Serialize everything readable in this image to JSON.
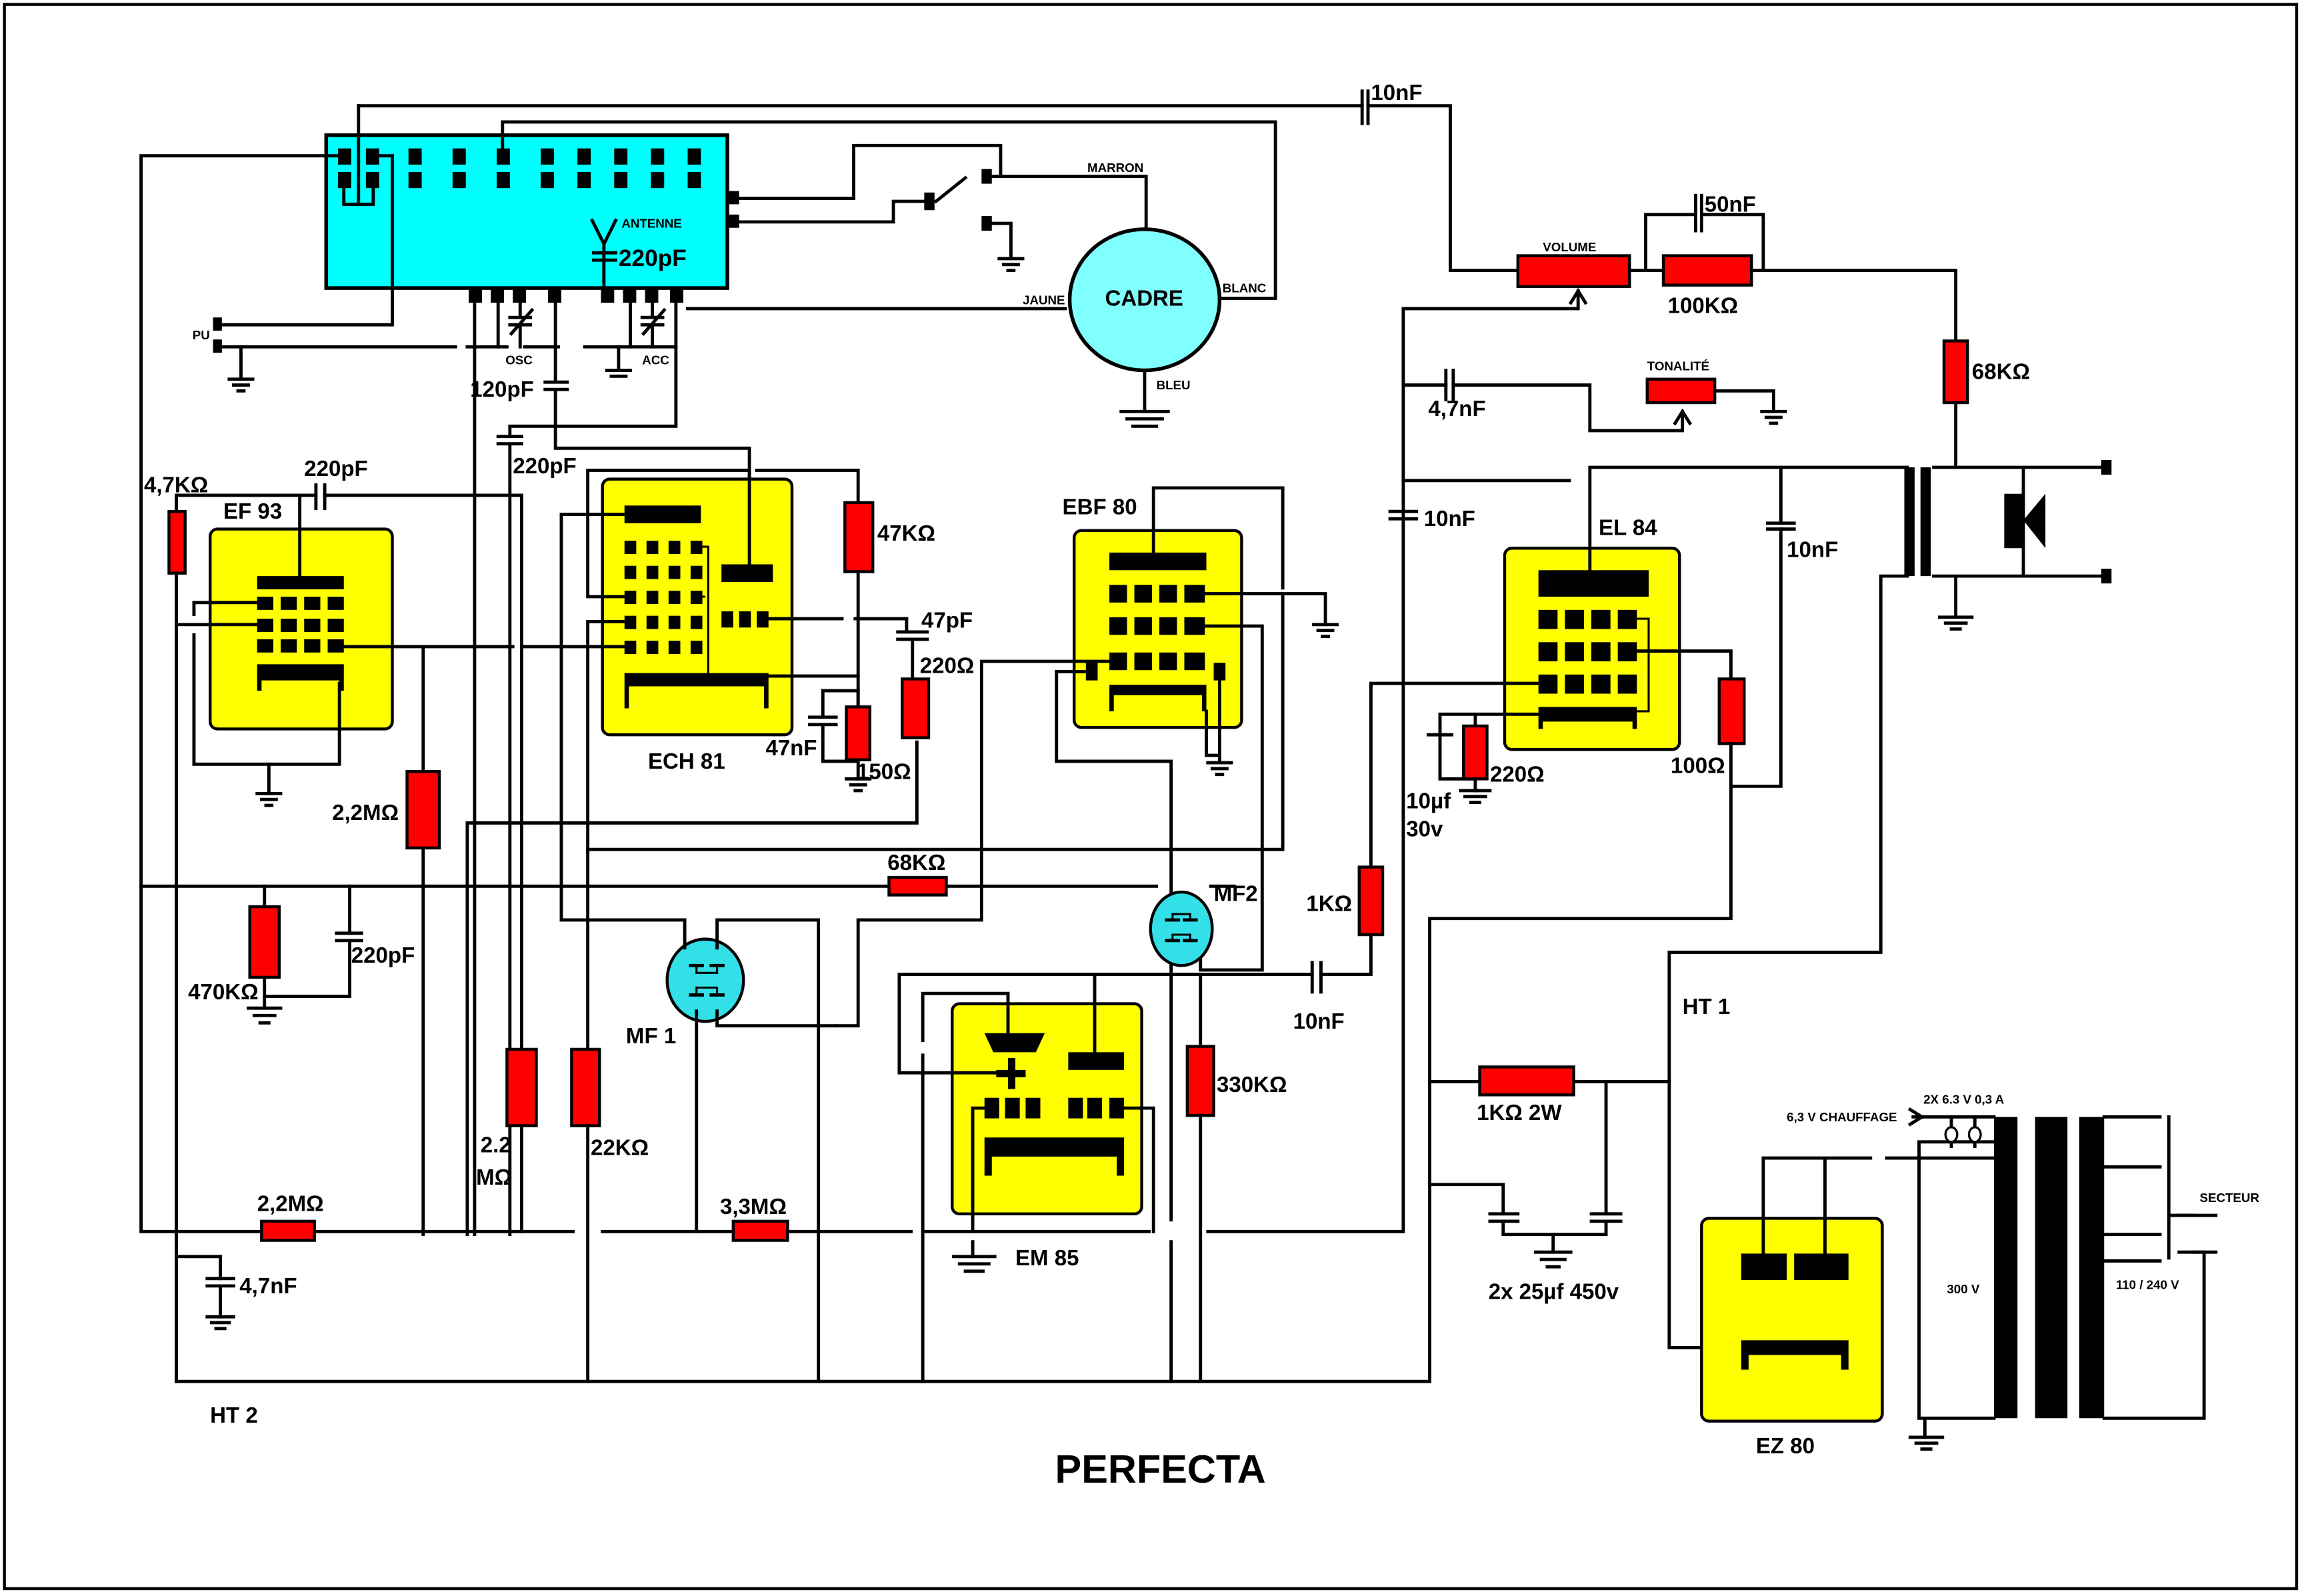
{
  "title": "PERFECTA",
  "colors": {
    "tube_fill": "#ffff00",
    "resistor_fill": "#ff0000",
    "tuner_fill": "#00ffff",
    "coil_fill": "#80ffff",
    "ifc_fill": "#33e0e8",
    "wire": "#000000"
  },
  "tuner": {
    "antenna_label": "ANTENNE",
    "antenna_cap": "220pF",
    "pu_label": "PU",
    "osc_label": "OSC",
    "acc_label": "ACC"
  },
  "frame_antenna": {
    "label": "CADRE",
    "wires": {
      "top": "MARRON",
      "left": "JAUNE",
      "right": "BLANC",
      "bottom": "BLEU"
    }
  },
  "tubes": {
    "ef93": "EF 93",
    "ech81": "ECH 81",
    "ebf80": "EBF 80",
    "el84": "EL 84",
    "em85": "EM 85",
    "ez80": "EZ 80"
  },
  "ifts": {
    "mf1": "MF 1",
    "mf2": "MF2"
  },
  "controls": {
    "volume": "VOLUME",
    "tone": "TONALITÉ"
  },
  "resistors": {
    "r_4k7": "4,7KΩ",
    "r_2m2_grid": "2,2MΩ",
    "r_47k": "47KΩ",
    "r_220_osc": "220Ω",
    "r_150": "150Ω",
    "r_68k_mid": "68KΩ",
    "r_470k": "470KΩ",
    "r_2m2_v_a": "2.2",
    "r_2m2_v_b": "MΩ",
    "r_22k": "22KΩ",
    "r_2m2_bottom": "2,2MΩ",
    "r_3m3": "3,3MΩ",
    "r_330k": "330KΩ",
    "r_1k": "1KΩ",
    "r_100k": "100KΩ",
    "r_68k_out": "68KΩ",
    "r_220_el84": "220Ω",
    "r_100": "100Ω",
    "r_1k_2w": "1KΩ 2W"
  },
  "capacitors": {
    "c_10nf_top": "10nF",
    "c_120pf": "120pF",
    "c_220pf_ech": "220pF",
    "c_220pf_ef93": "220pF",
    "c_47pf": "47pF",
    "c_47nf": "47nF",
    "c_220pf_agc": "220pF",
    "c_4n7_ht2": "4,7nF",
    "c_50nf": "50nF",
    "c_4n7_tone": "4,7nF",
    "c_10nf_left": "10nF",
    "c_10nf_el84": "10nF",
    "c_10nf_em85": "10nF",
    "c_10uf_a": "10µf",
    "c_10uf_b": "30v",
    "c_filter": "2x 25µf 450v"
  },
  "power": {
    "ht1": "HT 1",
    "ht2": "HT 2",
    "heater": "6,3 V CHAUFFAGE",
    "heater_winding": "2X 6.3 V  0,3 A",
    "secondary": "300 V",
    "primary": "110 / 240 V",
    "mains": "SECTEUR"
  }
}
